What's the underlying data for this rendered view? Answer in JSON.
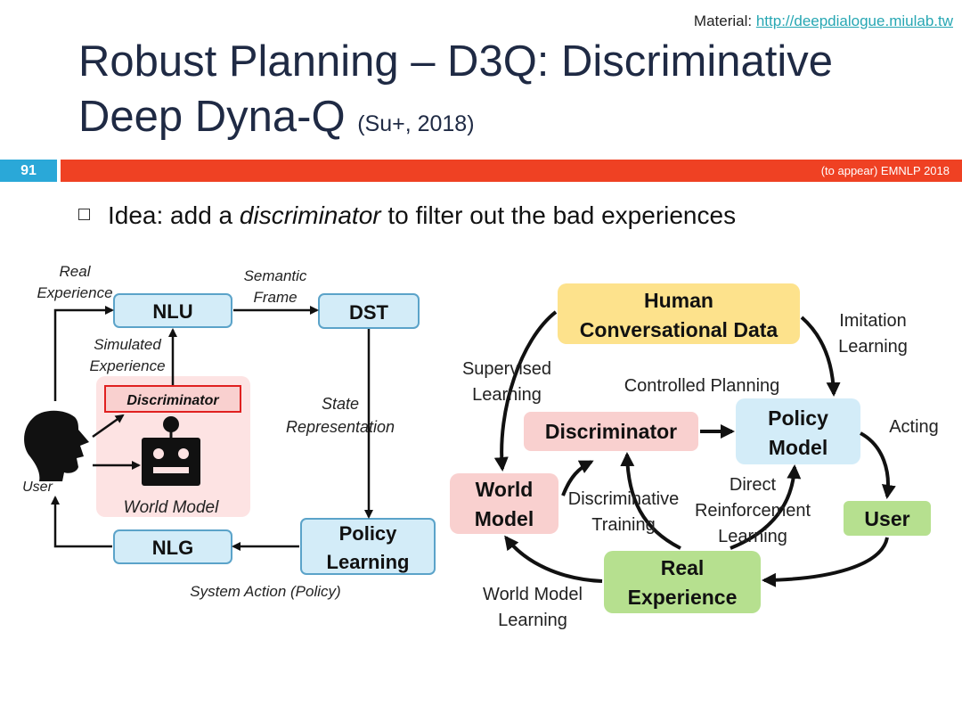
{
  "header": {
    "material_label": "Material:",
    "material_link": "http://deepdialogue.miulab.tw",
    "title_line1": "Robust Planning – D3Q: Discriminative",
    "title_line2": "Deep Dyna-Q",
    "citation": "(Su+, 2018)",
    "slide_number": "91",
    "venue": "(to appear) EMNLP 2018"
  },
  "bullet": {
    "prefix": "Idea: add a ",
    "emphasis": "discriminator",
    "suffix": " to filter out the bad experiences"
  },
  "left_diagram": {
    "nodes": {
      "nlu": "NLU",
      "dst": "DST",
      "policy_line1": "Policy",
      "policy_line2": "Learning",
      "nlg": "NLG",
      "discriminator": "Discriminator",
      "world_model": "World Model",
      "user": "User"
    },
    "labels": {
      "real_exp_line1": "Real",
      "real_exp_line2": "Experience",
      "semantic_line1": "Semantic",
      "semantic_line2": "Frame",
      "simulated_line1": "Simulated",
      "simulated_line2": "Experience",
      "state_line1": "State",
      "state_line2": "Representation",
      "system_action": "System Action (Policy)"
    },
    "colors": {
      "node_fill": "#d3ecf8",
      "node_stroke": "#5ba3c9",
      "world_model_fill": "#fde3e3",
      "discriminator_stroke": "#e02020"
    }
  },
  "right_diagram": {
    "nodes": {
      "human_line1": "Human",
      "human_line2": "Conversational Data",
      "discriminator": "Discriminator",
      "policy_line1": "Policy",
      "policy_line2": "Model",
      "world_line1": "World",
      "world_line2": "Model",
      "user": "User",
      "real_line1": "Real",
      "real_line2": "Experience"
    },
    "labels": {
      "imitation_line1": "Imitation",
      "imitation_line2": "Learning",
      "supervised_line1": "Supervised",
      "supervised_line2": "Learning",
      "controlled_planning": "Controlled Planning",
      "acting": "Acting",
      "discriminative_line1": "Discriminative",
      "discriminative_line2": "Training",
      "direct_line1": "Direct",
      "direct_line2": "Reinforcement",
      "direct_line3": "Learning",
      "world_model_learning_line1": "World Model",
      "world_model_learning_line2": "Learning"
    },
    "colors": {
      "human_fill": "#fde28c",
      "discriminator_fill": "#f9d0cf",
      "policy_fill": "#d3ecf8",
      "world_fill": "#f9d0cf",
      "user_fill": "#b6e08f",
      "real_fill": "#b6e08f"
    }
  }
}
